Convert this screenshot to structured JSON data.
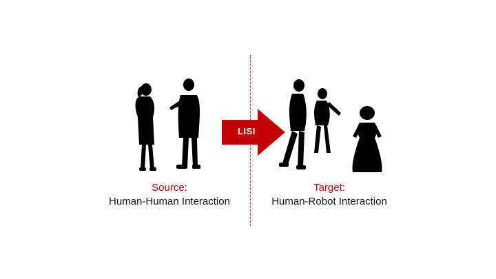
{
  "source": {
    "kind": "Source:",
    "description": "Human-Human Interaction"
  },
  "target": {
    "kind": "Target:",
    "description": "Human-Robot Interaction"
  },
  "method_label": "LISI",
  "colors": {
    "accent": "#c00000",
    "silhouette": "#000000",
    "text": "#111111"
  }
}
